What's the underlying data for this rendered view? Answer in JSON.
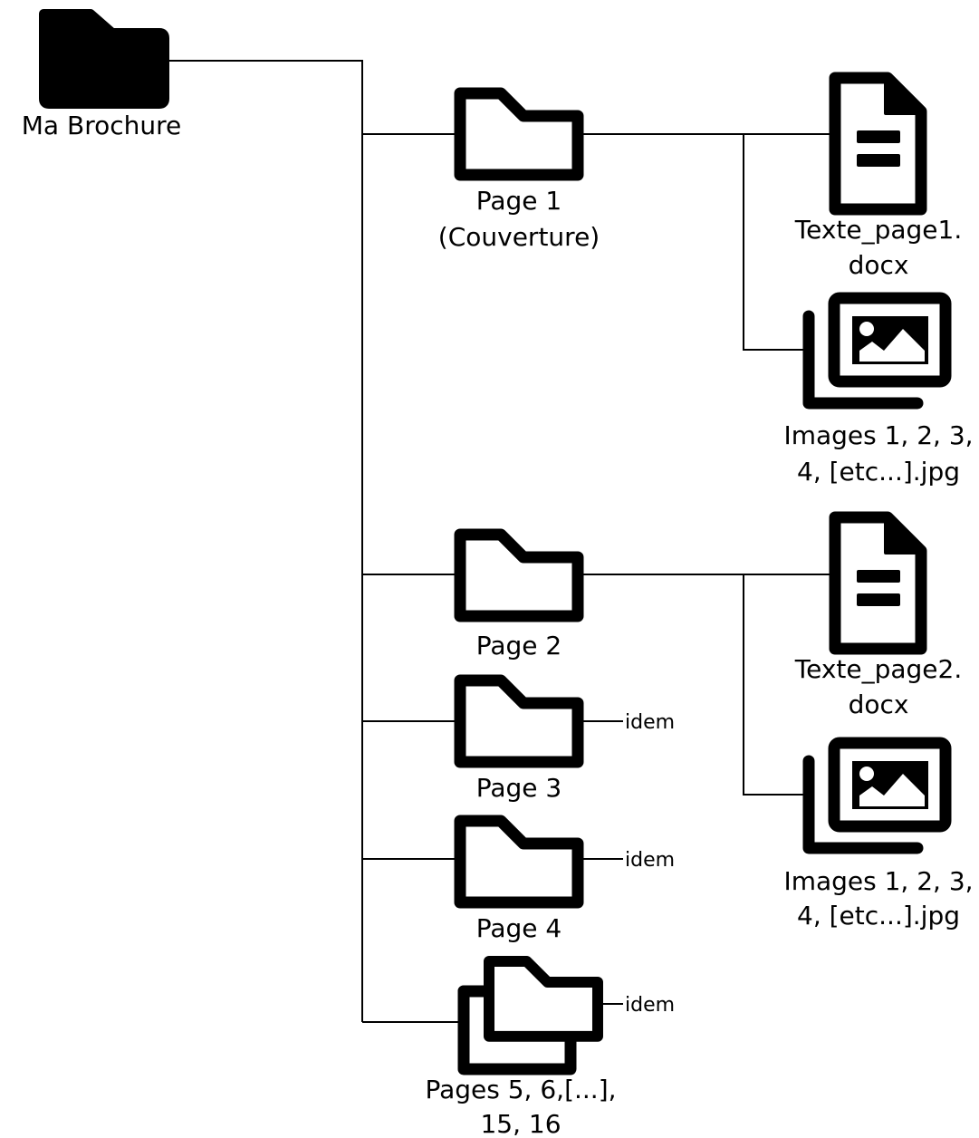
{
  "root": {
    "label": "Ma Brochure",
    "icon": "folder-icon"
  },
  "pages": [
    {
      "label_line1": "Page 1",
      "label_line2": "(Couverture)",
      "icon": "folder-icon"
    },
    {
      "label": "Page 2",
      "icon": "folder-icon"
    },
    {
      "label": "Page 3",
      "icon": "folder-icon",
      "note": "idem"
    },
    {
      "label": "Page 4",
      "icon": "folder-icon",
      "note": "idem"
    },
    {
      "label_line1": "Pages 5, 6,[...],",
      "label_line2": "15, 16",
      "icon": "multiple-folders-icon",
      "note": "idem"
    }
  ],
  "files": [
    {
      "label_line1": "Texte_page1.",
      "label_line2": "docx",
      "icon": "document-icon"
    },
    {
      "label_line1": "Images 1, 2, 3,",
      "label_line2": "4, [etc...].jpg",
      "icon": "images-icon"
    },
    {
      "label_line1": "Texte_page2.",
      "label_line2": "docx",
      "icon": "document-icon"
    },
    {
      "label_line1": "Images 1, 2, 3,",
      "label_line2": "4, [etc...].jpg",
      "icon": "images-icon"
    }
  ]
}
